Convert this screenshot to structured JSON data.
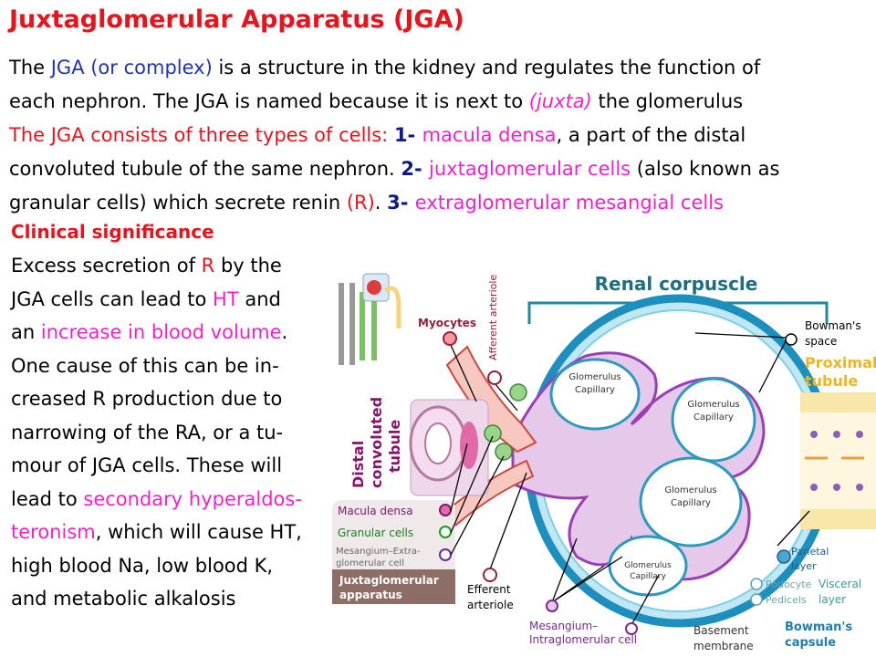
{
  "title": "Juxtaglomerular Apparatus (JGA)",
  "intro": {
    "l1a": "The ",
    "l1b": "JGA (or complex)",
    "l1c": " is a structure in the kidney and regulates the function of",
    "l2a": "each nephron. The JGA is named because it is next to ",
    "l2b": "(juxta)",
    "l2c": " the glomerulus",
    "l3a": "The JGA consists of three types of cells: ",
    "l3b": "1- ",
    "l3c": "macula densa",
    "l3d": ", a part of the distal",
    "l4a": "convoluted tubule of the same nephron. ",
    "l4b": "2- ",
    "l4c": "juxtaglomerular cells",
    "l4d": " (also known as",
    "l5a": "granular cells) which secrete renin ",
    "l5b": "(R)",
    "l5c": ". ",
    "l5d": "3- ",
    "l5e": "extraglomerular mesangial cells"
  },
  "clinical": {
    "heading": "Clinical significance",
    "c1a": "Excess secretion of ",
    "c1b": "R",
    "c1c": " by the",
    "c2a": "JGA cells can lead to ",
    "c2b": "HT",
    "c2c": " and",
    "c3a": "an ",
    "c3b": "increase in blood volume",
    "c3c": ".",
    "c4": "One cause of this can be in-",
    "c5": "creased R production due to",
    "c6": "narrowing of the RA, or a tu-",
    "c7": "mour of JGA cells. These will",
    "c8a": "lead to ",
    "c8b": "secondary hyperaldos-",
    "c9a": "teronism",
    "c9b": ", which will cause HT,",
    "c10": "high blood Na, low blood K,",
    "c11": "and metabolic alkalosis"
  },
  "diagram": {
    "renal_corpuscle": "Renal corpuscle",
    "myocytes": "Myocytes",
    "afferent": "Afferent arteriole",
    "bowmans_space_1": "Bowman's",
    "bowmans_space_2": "space",
    "proximal_1": "Proximal",
    "proximal_2": "tubule",
    "glomerulus_1": "Glomerulus",
    "glomerulus_2": "Capillary",
    "distal_1": "Distal",
    "distal_2": "convoluted",
    "distal_3": "tubule",
    "macula_densa": "Macula densa",
    "granular_cells": "Granular cells",
    "mesangium_extra_1": "Mesangium–Extra-",
    "mesangium_extra_2": "glomerular cell",
    "jga_1": "Juxtaglomerular",
    "jga_2": "apparatus",
    "efferent_1": "Efferent",
    "efferent_2": "arteriole",
    "mesangium_intra_1": "Mesangium–",
    "mesangium_intra_2": "Intraglomerular cell",
    "basement_1": "Basement",
    "basement_2": "membrane",
    "parietal_1": "Parietal",
    "parietal_2": "layer",
    "podocyte": "Podocyte",
    "pedicels": "Pedicels",
    "visceral_1": "Visceral",
    "visceral_2": "layer",
    "bowmans_capsule_1": "Bowman's",
    "bowmans_capsule_2": "capsule"
  }
}
